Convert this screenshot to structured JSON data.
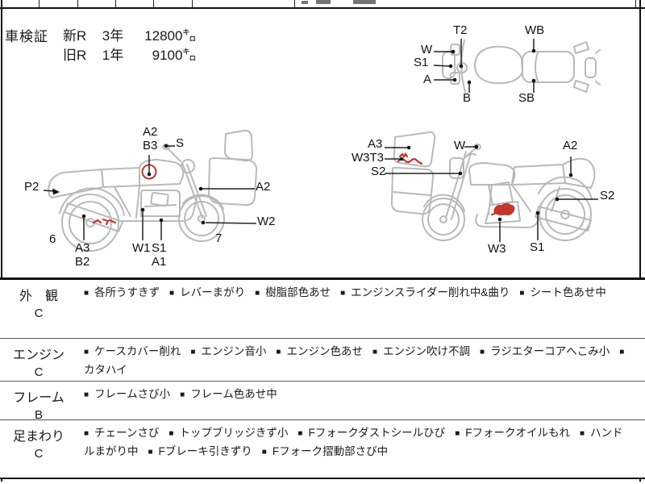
{
  "registration": {
    "label": "車検証",
    "rows": [
      {
        "type": "新R",
        "duration": "3年",
        "mileage": "12800㌔"
      },
      {
        "type": "旧R",
        "duration": "1年",
        "mileage": "9100㌔"
      }
    ]
  },
  "top_view": {
    "t2": "T2",
    "wb": "WB",
    "w": "W",
    "s1": "S1",
    "a": "A",
    "b": "B",
    "sb": "SB"
  },
  "left_bike": {
    "a2_tank": "A2",
    "b3": "B3",
    "s": "S",
    "p2": "P2",
    "a2_fender": "A2",
    "w2": "W2",
    "wheel6": "6",
    "a3": "A3",
    "b2": "B2",
    "w1": "W1",
    "s1": "S1",
    "a1": "A1",
    "wheel7": "7"
  },
  "right_bike": {
    "a3": "A3",
    "w3t3": "W3T3",
    "s2_front": "S2",
    "w": "W",
    "a2": "A2",
    "s2_rear": "S2",
    "w3": "W3",
    "s1": "S1"
  },
  "sections": [
    {
      "name": "外　観",
      "grade": "C",
      "items": [
        "各所うすきず",
        "レバーまがり",
        "樹脂部色あせ",
        "エンジンスライダー削れ中&曲り",
        "シート色あせ中"
      ]
    },
    {
      "name": "エンジン",
      "grade": "C",
      "items": [
        "ケースカバー削れ",
        "エンジン音小",
        "エンジン色あせ",
        "エンジン吹け不調",
        "ラジエターコアへこみ小",
        "カタハイ"
      ]
    },
    {
      "name": "フレーム",
      "grade": "B",
      "items": [
        "フレームさび小",
        "フレーム色あせ中"
      ]
    },
    {
      "name": "足まわり",
      "grade": "C",
      "items": [
        "チェーンさび",
        "トップブリッジきず小",
        "Fフォークダストシールひび",
        "Fフォークオイルもれ",
        "ハンドルまがり中",
        "Fブレーキ引きずり",
        "Fフォーク摺動部さび中"
      ]
    }
  ],
  "colors": {
    "mark_red": "#c0392b",
    "sketch_gray": "#b9b9b9",
    "ink": "#1a1a1a"
  }
}
